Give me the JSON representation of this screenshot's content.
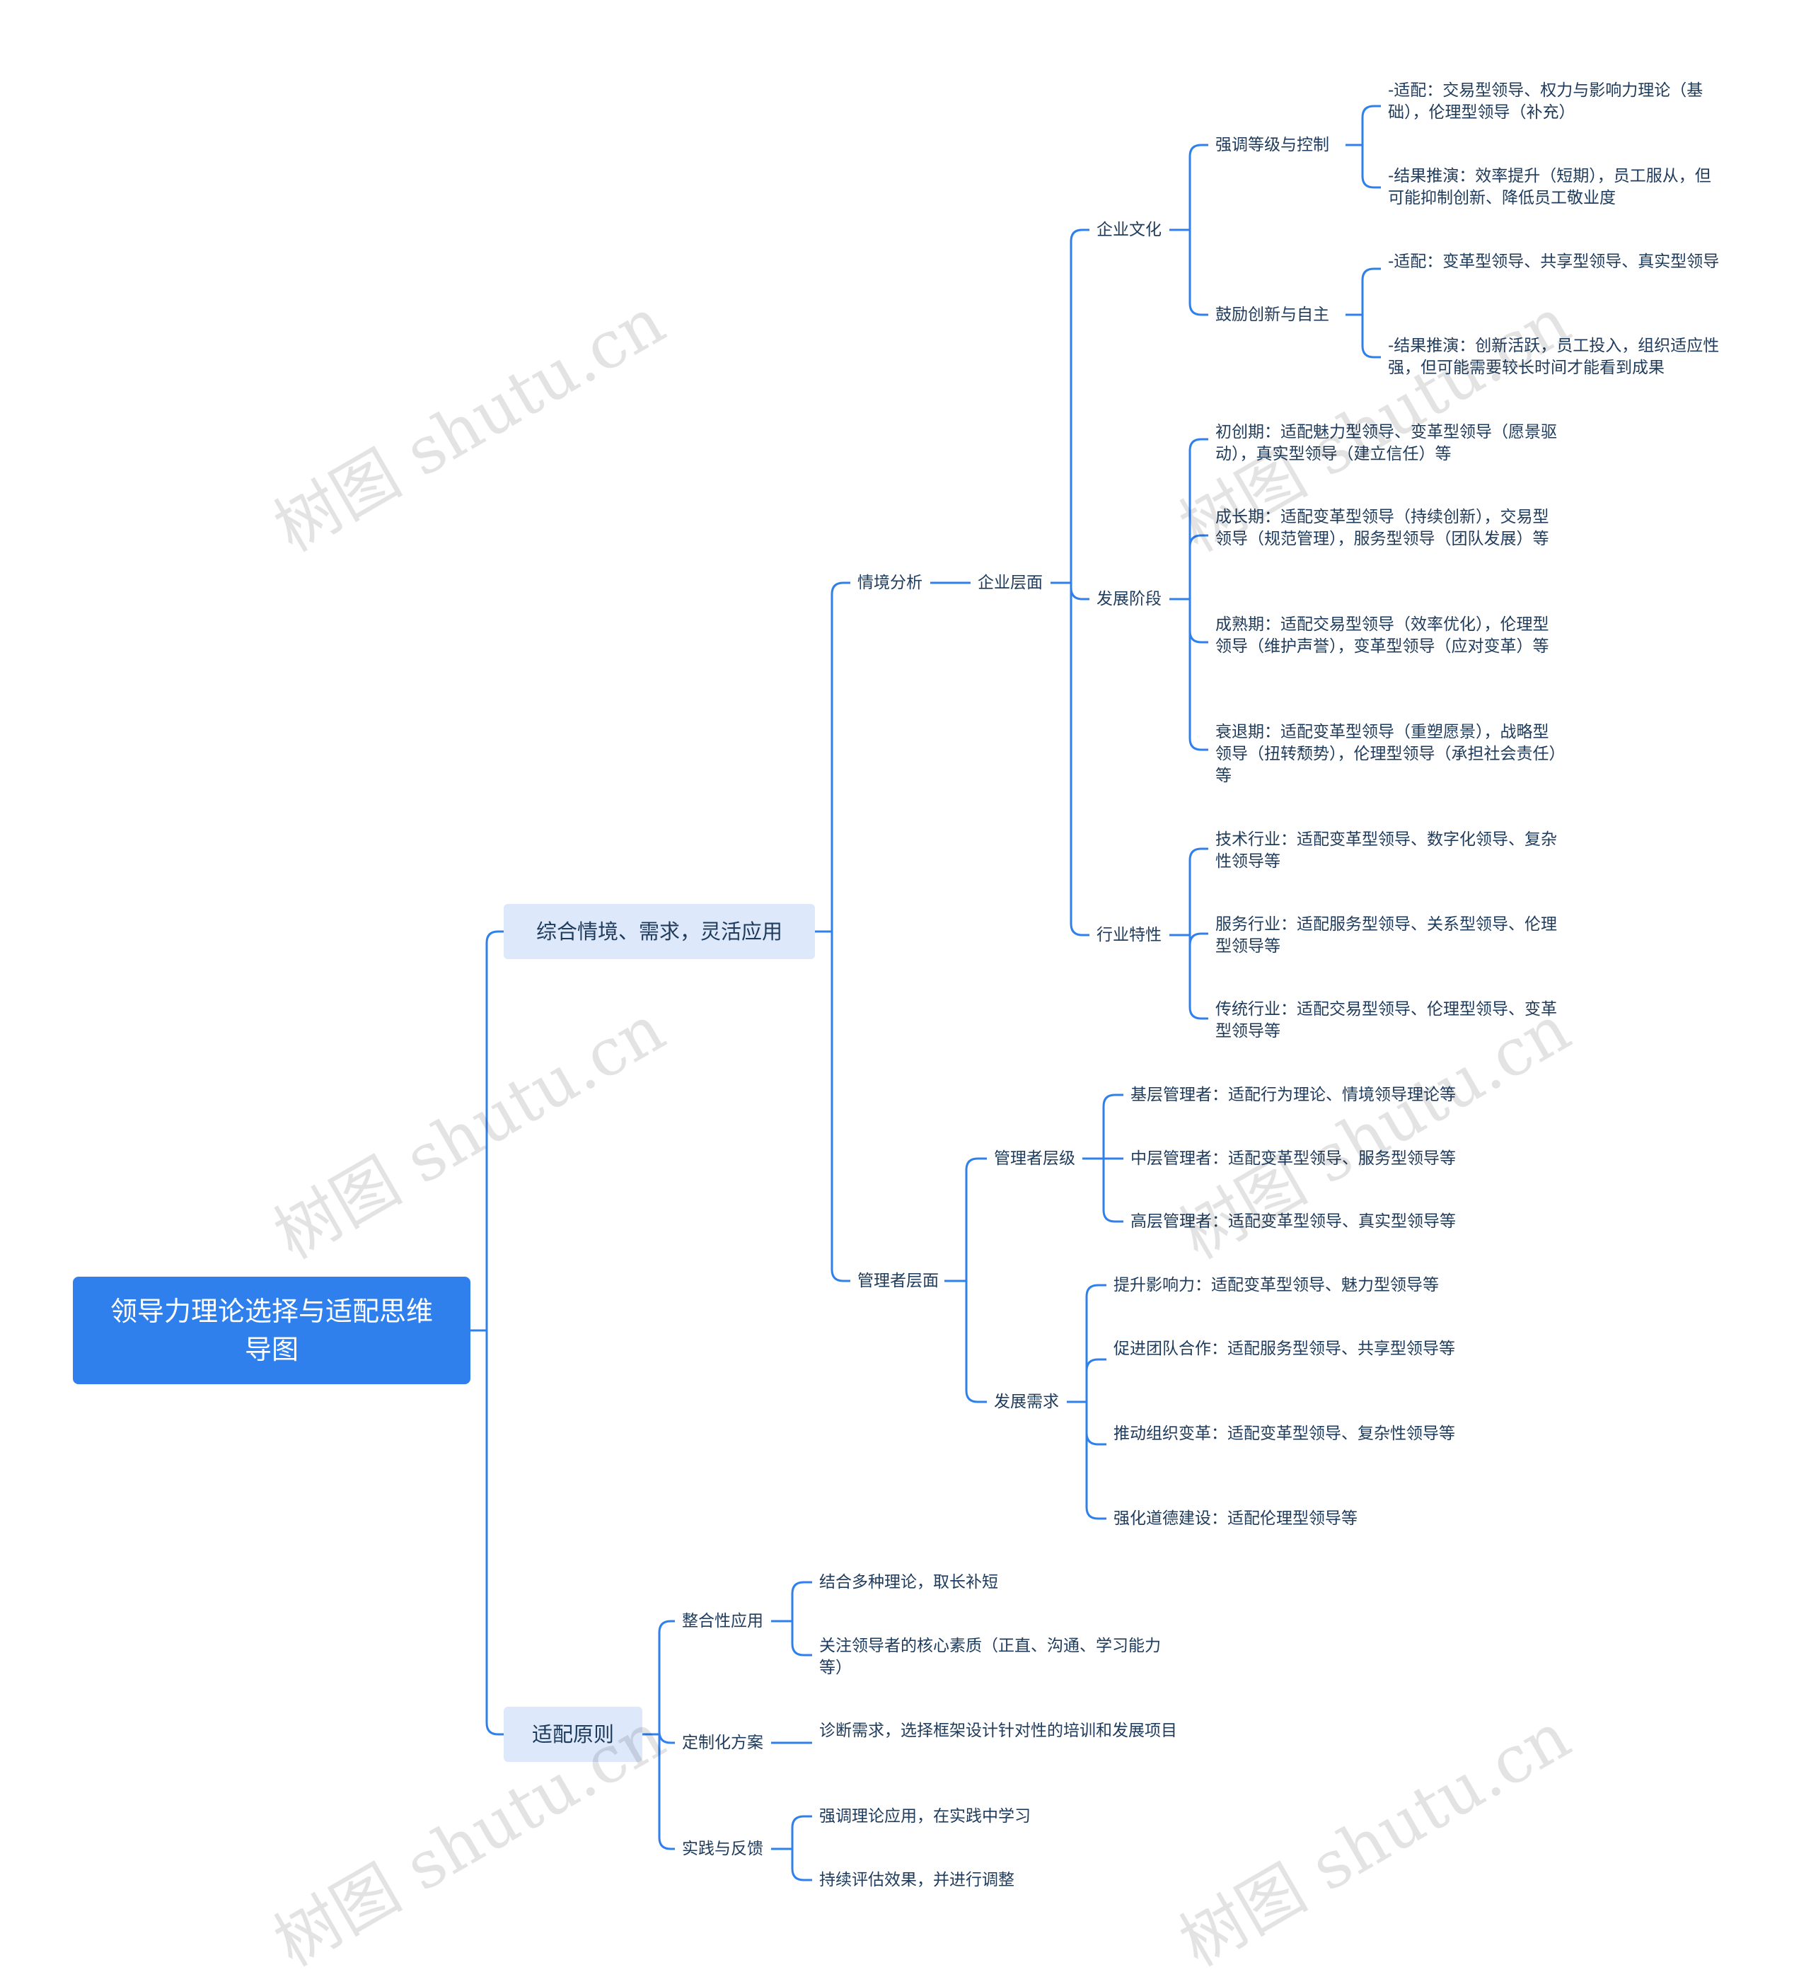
{
  "root": {
    "title": "领导力理论选择与适配思维导图"
  },
  "branch_main": {
    "label": "综合情境、需求，灵活应用",
    "situation": {
      "label": "情境分析",
      "enterprise": {
        "label": "企业层面",
        "culture": {
          "label": "企业文化",
          "hierarchy": {
            "label": "强调等级与控制",
            "leaf1": "-适配：交易型领导、权力与影响力理论（基础），伦理型领导（补充）",
            "leaf2": "-结果推演：效率提升（短期），员工服从，但可能抑制创新、降低员工敬业度"
          },
          "innovation": {
            "label": "鼓励创新与自主",
            "leaf1": "-适配：变革型领导、共享型领导、真实型领导",
            "leaf2": "-结果推演：创新活跃，员工投入，组织适应性强，但可能需要较长时间才能看到成果"
          }
        },
        "stage": {
          "label": "发展阶段",
          "leaf1": "初创期：适配魅力型领导、变革型领导（愿景驱动），真实型领导（建立信任）等",
          "leaf2": "成长期：适配变革型领导（持续创新），交易型领导（规范管理），服务型领导（团队发展）等",
          "leaf3": "成熟期：适配交易型领导（效率优化），伦理型领导（维护声誉），变革型领导（应对变革）等",
          "leaf4": "衰退期：适配变革型领导（重塑愿景），战略型领导（扭转颓势），伦理型领导（承担社会责任）等"
        },
        "industry": {
          "label": "行业特性",
          "leaf1": "技术行业：适配变革型领导、数字化领导、复杂性领导等",
          "leaf2": "服务行业：适配服务型领导、关系型领导、伦理型领导等",
          "leaf3": "传统行业：适配交易型领导、伦理型领导、变革型领导等"
        }
      },
      "manager": {
        "label": "管理者层面",
        "level": {
          "label": "管理者层级",
          "leaf1": "基层管理者：适配行为理论、情境领导理论等",
          "leaf2": "中层管理者：适配变革型领导、服务型领导等",
          "leaf3": "高层管理者：适配变革型领导、真实型领导等"
        },
        "needs": {
          "label": "发展需求",
          "leaf1": "提升影响力：适配变革型领导、魅力型领导等",
          "leaf2": "促进团队合作：适配服务型领导、共享型领导等",
          "leaf3": "推动组织变革：适配变革型领导、复杂性领导等",
          "leaf4": "强化道德建设：适配伦理型领导等"
        }
      }
    }
  },
  "branch_principle": {
    "label": "适配原则",
    "integrated": {
      "label": "整合性应用",
      "leaf1": "结合多种理论，取长补短",
      "leaf2": "关注领导者的核心素质（正直、沟通、学习能力等）"
    },
    "custom": {
      "label": "定制化方案",
      "leaf1": "诊断需求，选择框架设计针对性的培训和发展项目"
    },
    "practice": {
      "label": "实践与反馈",
      "leaf1": "强调理论应用，在实践中学习",
      "leaf2": "持续评估效果，并进行调整"
    }
  },
  "watermark": "树图 shutu.cn",
  "colors": {
    "line": "#2f80ed",
    "root": "#2f80ed",
    "pill": "#dee8fb",
    "text": "#1e3b5c"
  }
}
